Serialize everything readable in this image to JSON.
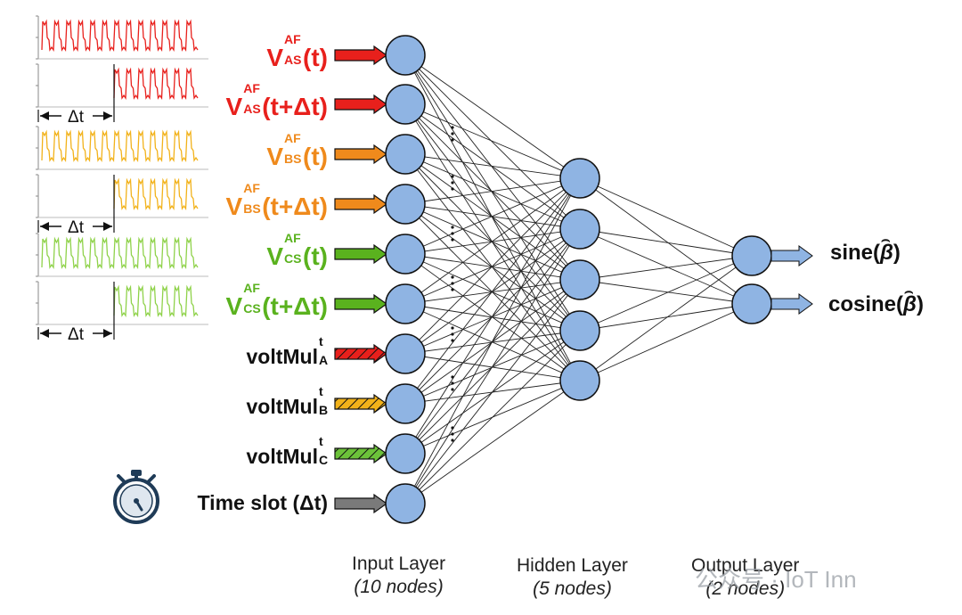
{
  "inputs": [
    {
      "main": "V",
      "sup": "AF",
      "sub": "AS",
      "tail": "(t)",
      "color": "#e8201c",
      "arrow": "solid"
    },
    {
      "main": "V",
      "sup": "AF",
      "sub": "AS",
      "tail": "(t+Δt)",
      "color": "#e8201c",
      "arrow": "solid"
    },
    {
      "main": "V",
      "sup": "AF",
      "sub": "BS",
      "tail": "(t)",
      "color": "#ef8a1c",
      "arrow": "solid"
    },
    {
      "main": "V",
      "sup": "AF",
      "sub": "BS",
      "tail": "(t+Δt)",
      "color": "#ef8a1c",
      "arrow": "solid"
    },
    {
      "main": "V",
      "sup": "AF",
      "sub": "CS",
      "tail": "(t)",
      "color": "#5ab21e",
      "arrow": "solid"
    },
    {
      "main": "V",
      "sup": "AF",
      "sub": "CS",
      "tail": "(t+Δt)",
      "color": "#5ab21e",
      "arrow": "solid"
    },
    {
      "main": "voltMul",
      "sup": "t",
      "sub": "A",
      "tail": "",
      "color": "#111111",
      "arrow_color": "#e8201c",
      "arrow": "hatched"
    },
    {
      "main": "voltMul",
      "sup": "t",
      "sub": "B",
      "tail": "",
      "color": "#111111",
      "arrow_color": "#f2b21a",
      "arrow": "hatched"
    },
    {
      "main": "voltMul",
      "sup": "t",
      "sub": "C",
      "tail": "",
      "color": "#111111",
      "arrow_color": "#6cc23a",
      "arrow": "hatched"
    },
    {
      "main": "Time slot (Δt)",
      "sup": "",
      "sub": "",
      "tail": "",
      "color": "#111111",
      "arrow_color": "#7a7a7a",
      "arrow": "solid",
      "icon": "stopwatch-icon"
    }
  ],
  "outputs": [
    {
      "label": "sine(",
      "symbol": "β",
      "close": ")"
    },
    {
      "label": "cosine(",
      "symbol": "β",
      "close": ")"
    }
  ],
  "layers": {
    "input": {
      "title": "Input Layer",
      "count": "(10 nodes)"
    },
    "hidden": {
      "title": "Hidden Layer",
      "count": "(5 nodes)"
    },
    "output": {
      "title": "Output Layer",
      "count": "(2 nodes)"
    }
  },
  "delta_label": "Δt",
  "dots": "⋮",
  "watermark": "公众号 · IoT Inn",
  "colors": {
    "node_fill": "#8fb4e3",
    "node_stroke": "#111111",
    "wave_red": "#e8201c",
    "wave_orange": "#f2b21a",
    "wave_green": "#8fd24a",
    "arrow_blue": "#8fb4e3"
  }
}
